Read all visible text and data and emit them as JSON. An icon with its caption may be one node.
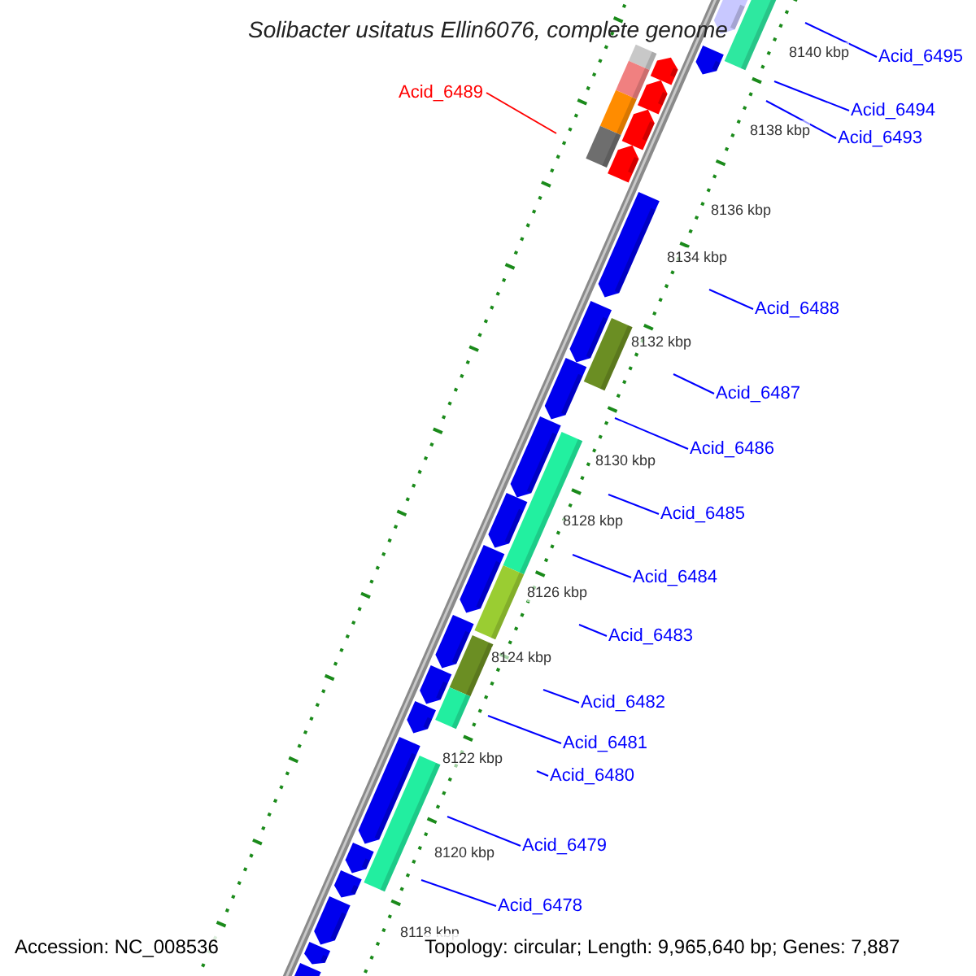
{
  "diagram": {
    "title": "Solibacter usitatus Ellin6076, complete genome",
    "nodes": [
      {
        "text": [
          "Acid_6495"
        ]
      },
      {
        "text": [
          "Acid_6494"
        ]
      },
      {
        "text": [
          "Acid_6493"
        ]
      },
      {
        "text": [
          "Acid_6489"
        ]
      },
      {
        "text": [
          "Acid_6488"
        ]
      },
      {
        "text": [
          "Acid_6487"
        ]
      },
      {
        "text": [
          "Acid_6486"
        ]
      },
      {
        "text": [
          "Acid_6485"
        ]
      },
      {
        "text": [
          "Acid_6484"
        ]
      },
      {
        "text": [
          "Acid_6483"
        ]
      },
      {
        "text": [
          "Acid_6482"
        ]
      },
      {
        "text": [
          "Acid_6481"
        ]
      },
      {
        "text": [
          "Acid_6480"
        ]
      },
      {
        "text": [
          "Acid_6479"
        ]
      },
      {
        "text": [
          "Acid_6478"
        ]
      }
    ],
    "edges": [
      {
        "from": 0,
        "to": null,
        "arrow": "none"
      },
      {
        "from": 1,
        "to": null,
        "arrow": "none"
      },
      {
        "from": 2,
        "to": null,
        "arrow": "none"
      },
      {
        "from": 3,
        "to": null,
        "arrow": "none",
        "color": "#ff0000"
      },
      {
        "from": 4,
        "to": null,
        "arrow": "none"
      },
      {
        "from": 5,
        "to": null,
        "arrow": "none"
      },
      {
        "from": 6,
        "to": null,
        "arrow": "none"
      },
      {
        "from": 7,
        "to": null,
        "arrow": "none"
      },
      {
        "from": 8,
        "to": null,
        "arrow": "none"
      },
      {
        "from": 9,
        "to": null,
        "arrow": "none"
      },
      {
        "from": 10,
        "to": null,
        "arrow": "none"
      },
      {
        "from": 11,
        "to": null,
        "arrow": "none"
      },
      {
        "from": 12,
        "to": null,
        "arrow": "none"
      },
      {
        "from": 13,
        "to": null,
        "arrow": "none"
      },
      {
        "from": 14,
        "to": null,
        "arrow": "none"
      }
    ],
    "labels": [
      "8140 kbp",
      "8138 kbp",
      "8136 kbp",
      "8134 kbp",
      "8132 kbp",
      "8130 kbp",
      "8128 kbp",
      "8126 kbp",
      "8124 kbp",
      "8122 kbp",
      "8120 kbp",
      "8118 kbp",
      "Accession: NC_008536",
      "Topology: circular; Length: 9,965,640 bp; Genes: 7,887"
    ]
  }
}
